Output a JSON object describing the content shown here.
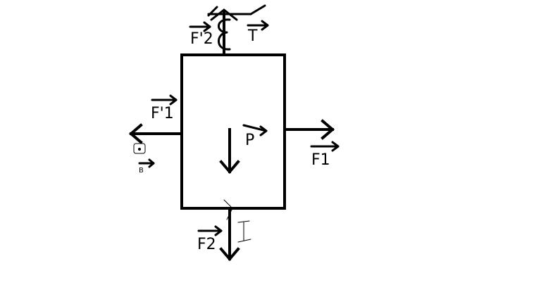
{
  "labels": {
    "f1": "F1",
    "f1_prime": "F'1",
    "f2": "F2",
    "f2_prime": "F'2",
    "p": "P",
    "t": "T",
    "b": "B"
  },
  "colors": {
    "background": "#ffffff",
    "ink": "#000000"
  }
}
